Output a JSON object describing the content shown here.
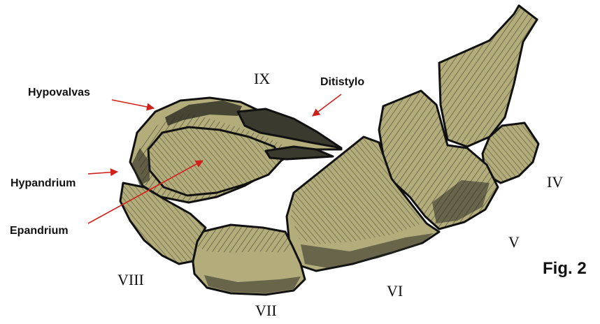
{
  "labels": {
    "hypovalvas": "Hypovalvas",
    "hypandrium": "Hypandrium",
    "epandrium": "Epandrium",
    "ditistylo": "Ditistylo",
    "seg_ix": "IX",
    "seg_viii": "VIII",
    "seg_vii": "VII",
    "seg_vi": "VI",
    "seg_v": "V",
    "seg_iv": "IV"
  },
  "figure_label": "Fig. 2",
  "colors": {
    "segment_fill": "#b3ad7c",
    "outline": "#111111",
    "arrow": "#d0201c",
    "background": "#ffffff"
  }
}
